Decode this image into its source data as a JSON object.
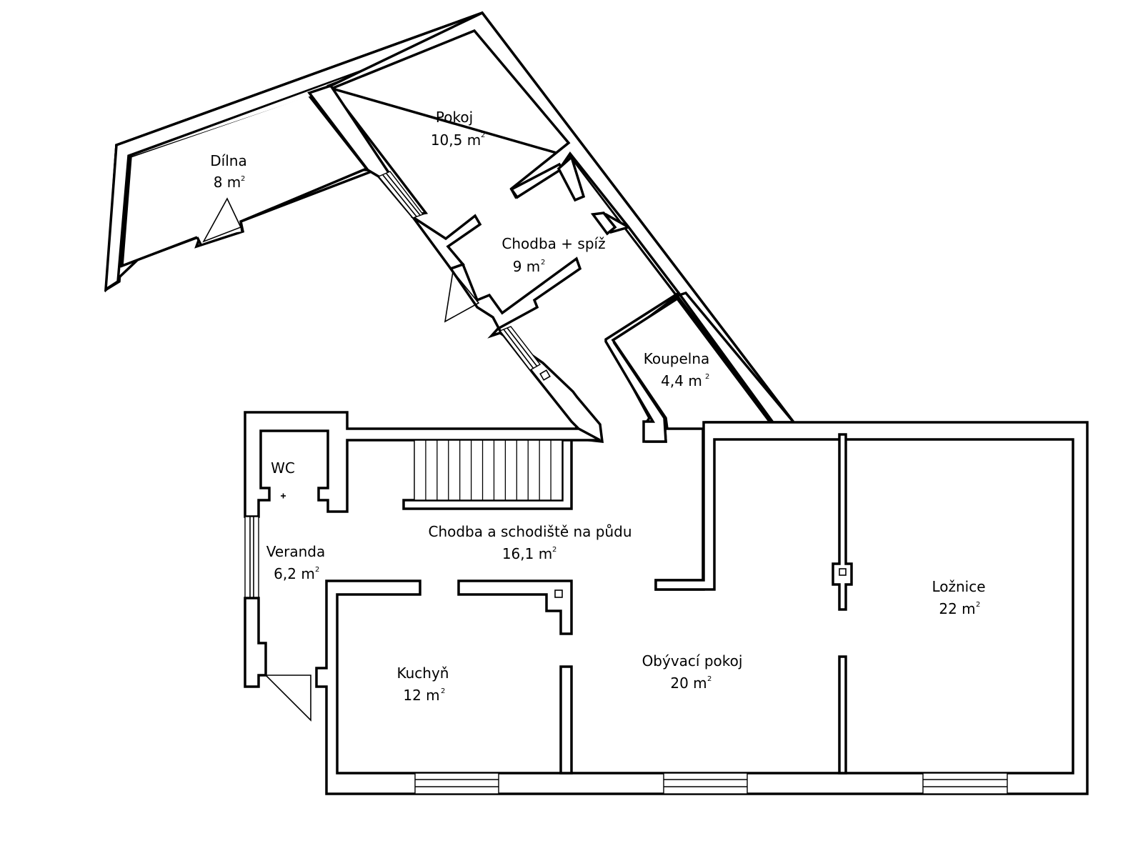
{
  "rooms": [
    {
      "id": "dilna",
      "name": "Dílna",
      "area": "8 m",
      "unit_sup": "2"
    },
    {
      "id": "pokoj",
      "name": "Pokoj",
      "area": "10,5 m",
      "unit_sup": "2"
    },
    {
      "id": "chodba-spiz",
      "name": "Chodba + spíž",
      "area": "9 m",
      "unit_sup": "2"
    },
    {
      "id": "koupelna",
      "name": "Koupelna",
      "area": "4,4 m",
      "unit_sup": "2"
    },
    {
      "id": "wc",
      "name": "WC",
      "area": "",
      "unit_sup": ""
    },
    {
      "id": "veranda",
      "name": "Veranda",
      "area": "6,2 m",
      "unit_sup": "2"
    },
    {
      "id": "chodba-schodiste",
      "name": "Chodba a schodiště na půdu",
      "area": "16,1 m",
      "unit_sup": "2"
    },
    {
      "id": "kuchyn",
      "name": "Kuchyň",
      "area": "12 m",
      "unit_sup": "2"
    },
    {
      "id": "obyvaci",
      "name": "Obývací pokoj",
      "area": "20 m",
      "unit_sup": "2"
    },
    {
      "id": "loznice",
      "name": "Ložnice",
      "area": "22 m",
      "unit_sup": "2"
    }
  ],
  "colors": {
    "walls": "#000000",
    "background": "#ffffff"
  }
}
